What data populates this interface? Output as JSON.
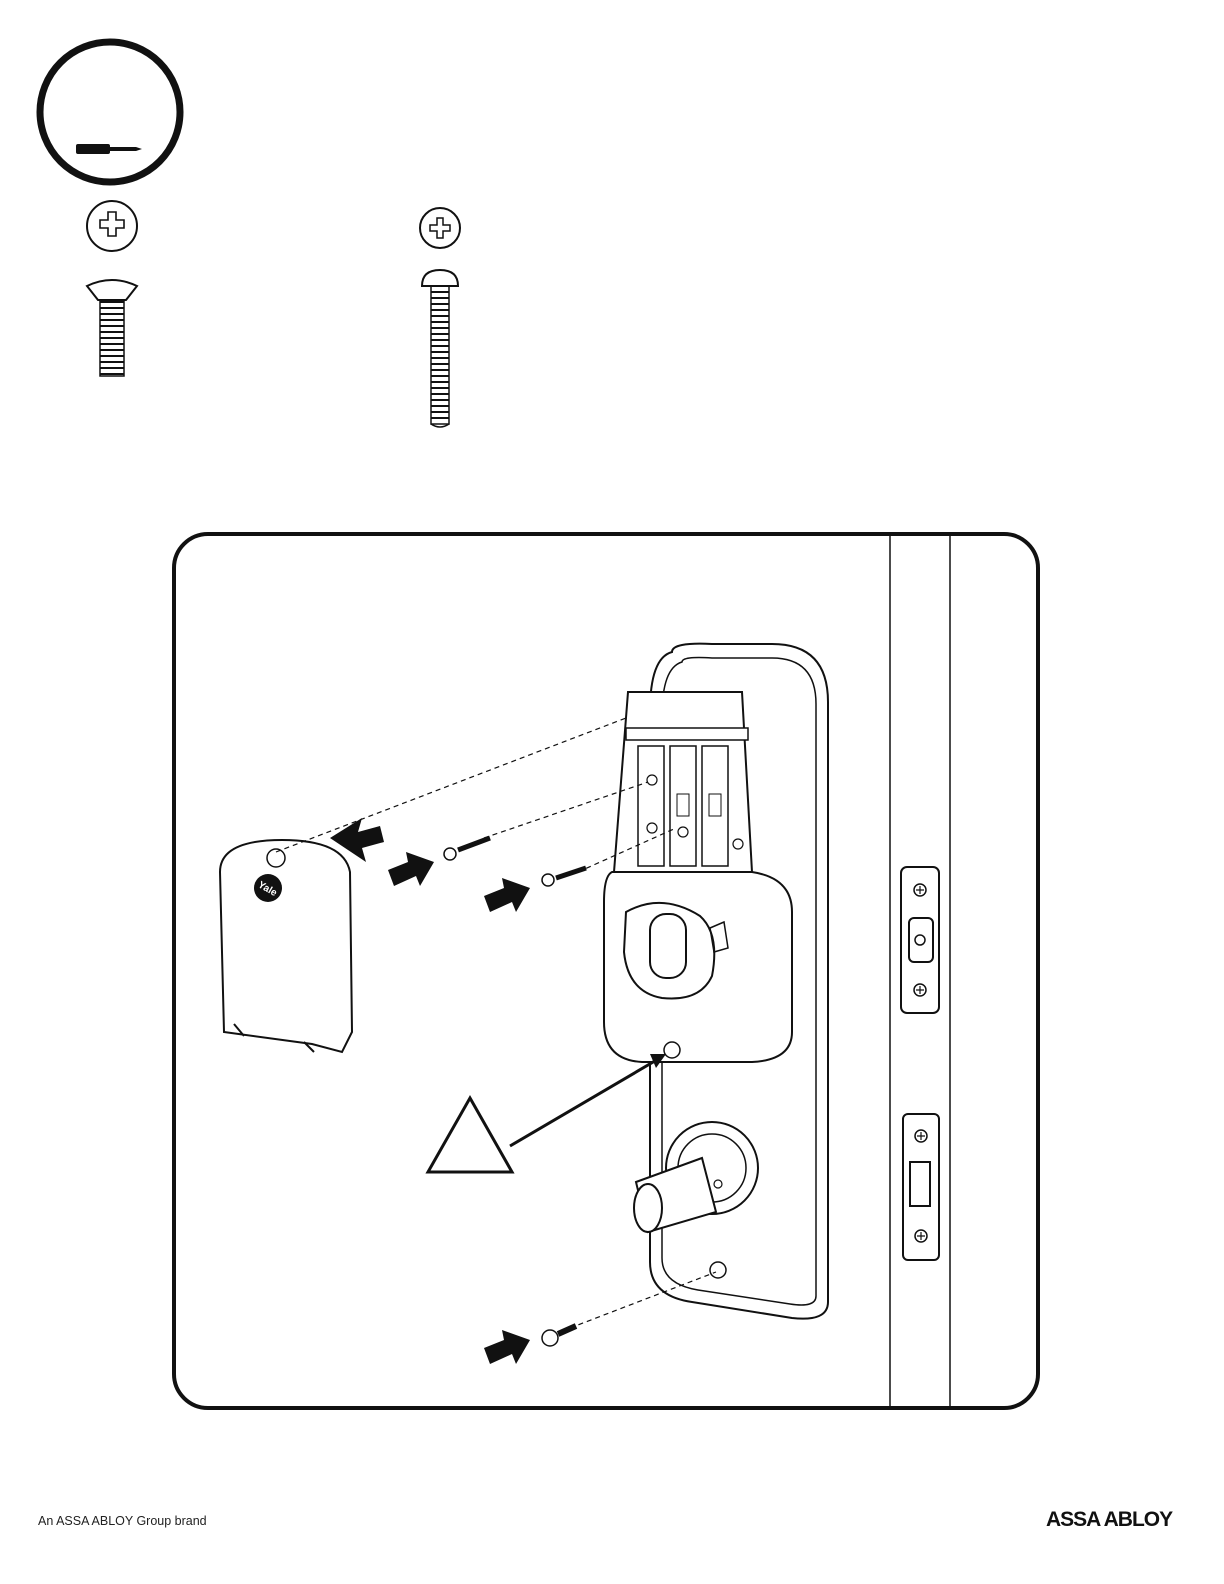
{
  "tool": {
    "icon": "phillips-screwdriver-icon"
  },
  "screws": [
    {
      "head_icon": "phillips-flat-head-icon",
      "type": "flat-head-machine-screw"
    },
    {
      "head_icon": "phillips-pan-head-icon",
      "type": "long-pan-head-machine-screw"
    }
  ],
  "illustration": {
    "subject": "deadbolt-lock-interior-assembly",
    "cover_logo": "Yale",
    "warning_icon": "caution-triangle-icon"
  },
  "footer": {
    "brand_line": "An ASSA ABLOY Group brand",
    "logo_text": "ASSA ABLOY"
  },
  "colors": {
    "line": "#111111",
    "background": "#ffffff"
  }
}
